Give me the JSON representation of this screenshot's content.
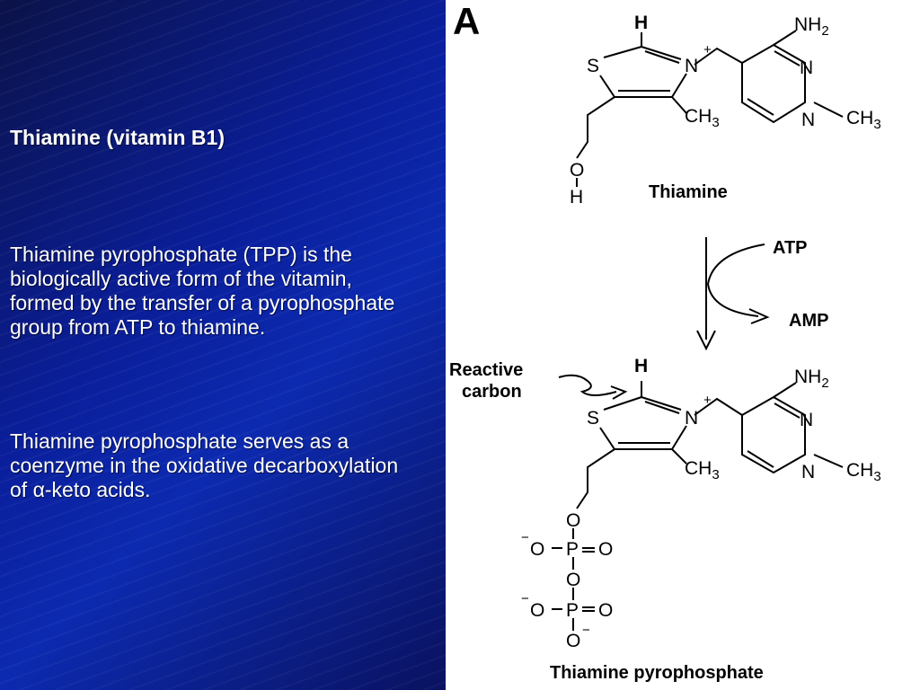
{
  "left": {
    "title": "Thiamine (vitamin B1)",
    "paragraph1": "Thiamine pyrophosphate (TPP) is the biologically active form of the vitamin, formed by the transfer of a pyrophosphate group from ATP to thiamine.",
    "paragraph2": "Thiamine pyrophosphate serves as a coenzyme in the oxidative decarboxylation of α-keto acids."
  },
  "figure": {
    "panel_letter": "A",
    "top_molecule": {
      "name": "Thiamine",
      "atoms": {
        "h": "H",
        "s": "S",
        "n": "N",
        "plus": "+",
        "ch3_ring": "CH3",
        "nh2": "NH2",
        "pyr_n1": "N",
        "pyr_n2": "N",
        "ch3_pyr": "CH3",
        "o": "O",
        "oh_h": "H"
      }
    },
    "reaction": {
      "input": "ATP",
      "output": "AMP"
    },
    "bottom_molecule": {
      "name": "Thiamine pyrophosphate",
      "reactive_label_line1": "Reactive",
      "reactive_label_line2": "carbon",
      "atoms": {
        "h": "H",
        "s": "S",
        "n": "N",
        "plus": "+",
        "ch3_ring": "CH3",
        "nh2": "NH2",
        "pyr_n1": "N",
        "pyr_n2": "N",
        "ch3_pyr": "CH3",
        "o1": "O",
        "p1": "P",
        "o2": "O",
        "p2": "P",
        "o_minus": "O"
      }
    }
  },
  "colors": {
    "background_dark": "#0a1e9a",
    "text_light": "#ffffff"
  }
}
